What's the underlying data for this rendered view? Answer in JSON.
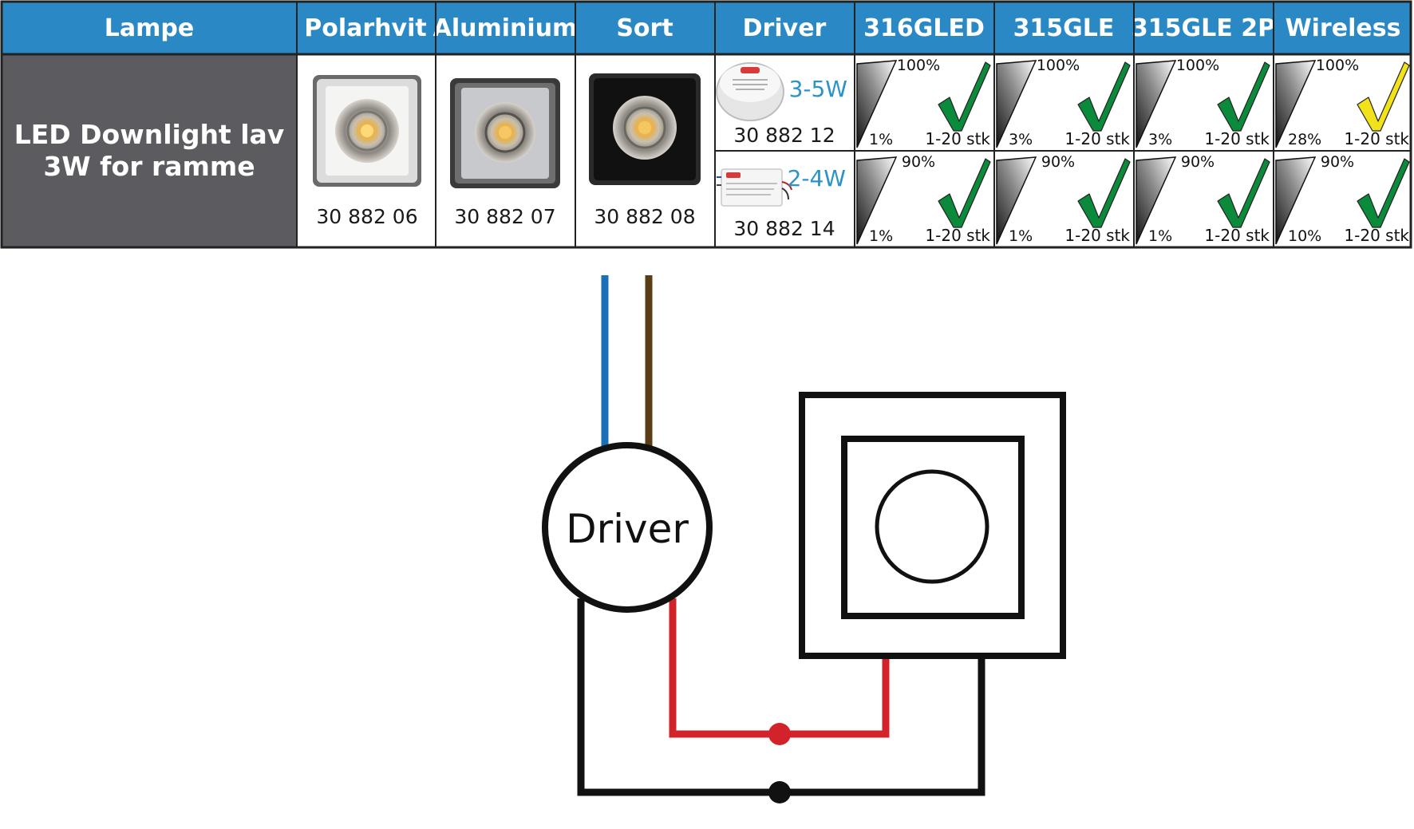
{
  "header": {
    "columns": [
      "Lampe",
      "Polarhvit",
      "Aluminium",
      "Sort",
      "Driver",
      "316GLED",
      "315GLE",
      "315GLE 2P",
      "Wireless"
    ]
  },
  "row": {
    "lamp_name": [
      "LED Downlight lav",
      "3W for ramme"
    ],
    "products": [
      {
        "finish": "Polarhvit",
        "code": "30 882 06"
      },
      {
        "finish": "Aluminium",
        "code": "30 882 07"
      },
      {
        "finish": "Sort",
        "code": "30 882 08"
      }
    ],
    "drivers": [
      {
        "wattage": "3-5W",
        "code": "30 882 12"
      },
      {
        "wattage": "2-4W",
        "code": "30 882 14"
      }
    ],
    "dimmers": [
      {
        "name": "316GLED",
        "cells": [
          {
            "max": "100%",
            "min": "1%",
            "qty": "1-20 stk",
            "check_color": "#0a8a3a"
          },
          {
            "max": "90%",
            "min": "1%",
            "qty": "1-20 stk",
            "check_color": "#0a8a3a"
          }
        ]
      },
      {
        "name": "315GLE",
        "cells": [
          {
            "max": "100%",
            "min": "3%",
            "qty": "1-20 stk",
            "check_color": "#0a8a3a"
          },
          {
            "max": "90%",
            "min": "1%",
            "qty": "1-20 stk",
            "check_color": "#0a8a3a"
          }
        ]
      },
      {
        "name": "315GLE 2P",
        "cells": [
          {
            "max": "100%",
            "min": "3%",
            "qty": "1-20 stk",
            "check_color": "#0a8a3a"
          },
          {
            "max": "90%",
            "min": "1%",
            "qty": "1-20 stk",
            "check_color": "#0a8a3a"
          }
        ]
      },
      {
        "name": "Wireless",
        "cells": [
          {
            "max": "100%",
            "min": "28%",
            "qty": "1-20 stk",
            "check_color": "#f2e21a"
          },
          {
            "max": "90%",
            "min": "10%",
            "qty": "1-20 stk",
            "check_color": "#0a8a3a"
          }
        ]
      }
    ]
  },
  "diagram": {
    "driver_label": "Driver",
    "wire_colors": {
      "neutral": "#1a6fb8",
      "live": "#5a3d14",
      "output": "#d3232a",
      "return": "#111111"
    }
  },
  "colors": {
    "header_bg": "#2a88c4",
    "lamp_bg": "#5c5c60",
    "grid": "#222222"
  }
}
